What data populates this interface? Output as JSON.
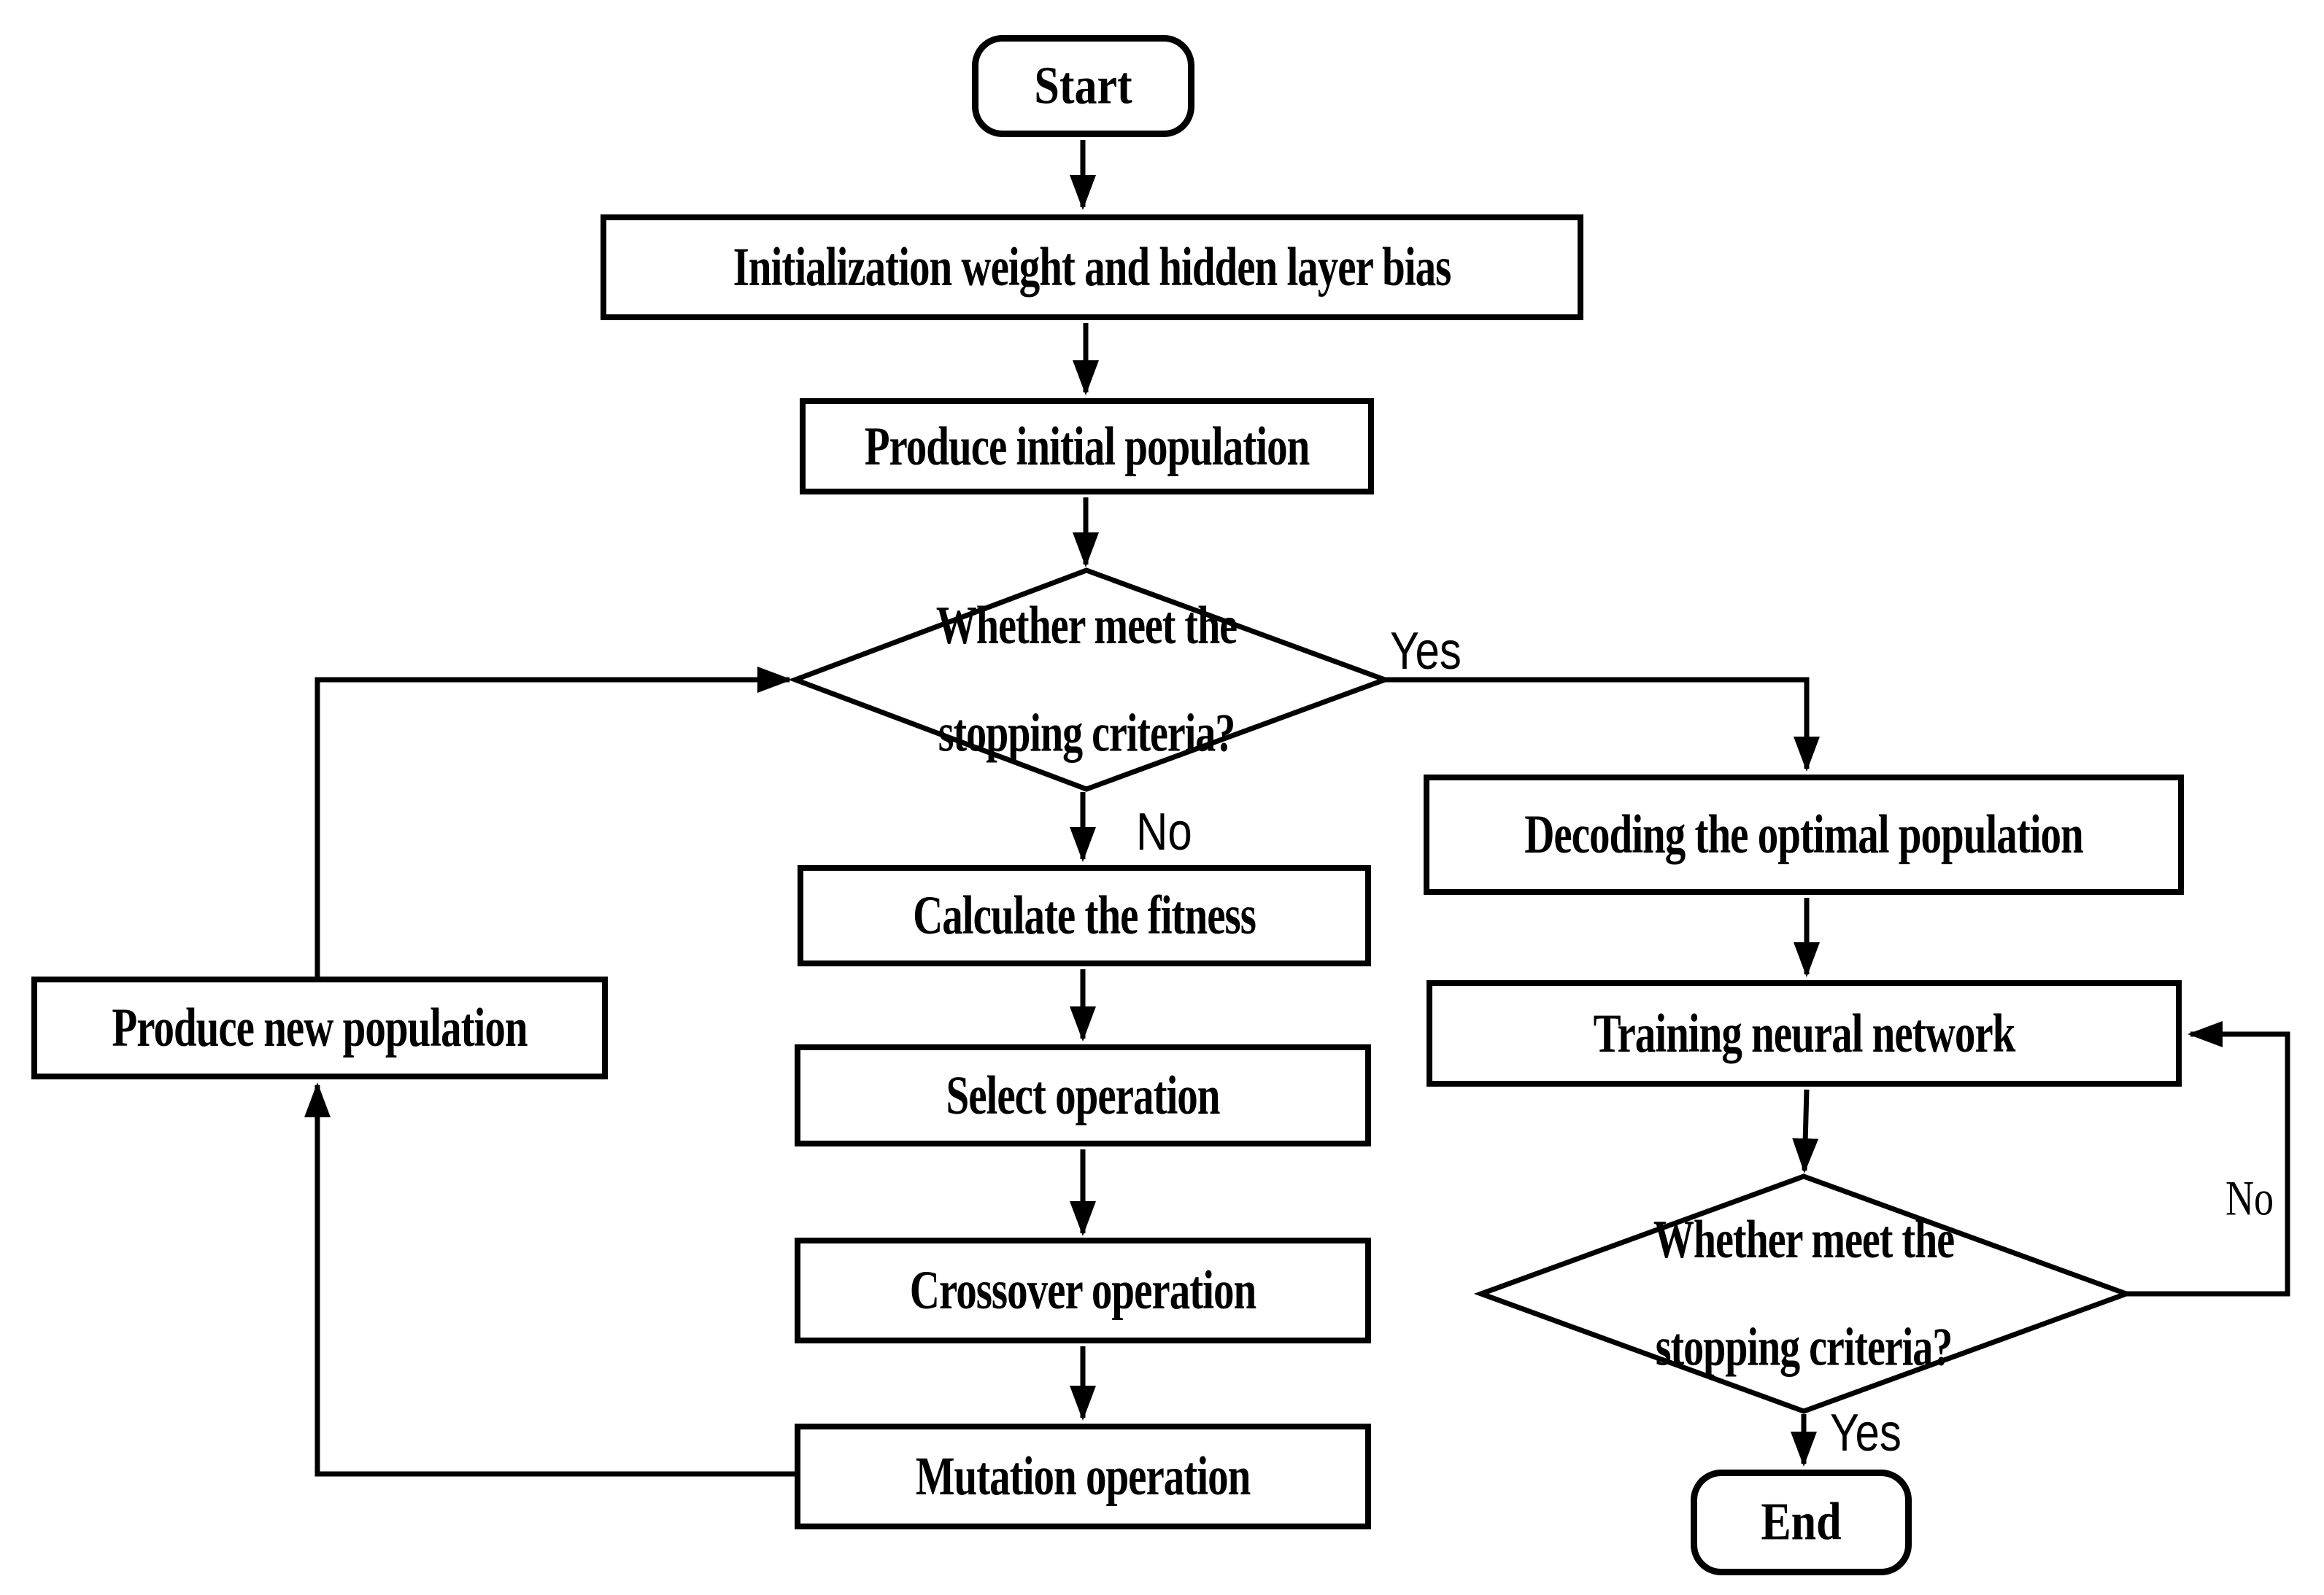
{
  "figure": {
    "background": "#ffffff",
    "line_color": "#000000",
    "text_color": "#000000"
  },
  "nodes": {
    "start": {
      "label": "Start",
      "type": "terminal"
    },
    "init_weights": {
      "label": "Initialization weight and hidden layer bias",
      "type": "process"
    },
    "produce_initial": {
      "label": "Produce initial population",
      "type": "process"
    },
    "stopping_criteria_1": {
      "label_line1": "Whether meet the",
      "label_line2": "stopping criteria?",
      "type": "decision"
    },
    "calculate_fitness": {
      "label": "Calculate the fitness",
      "type": "process"
    },
    "select_operation": {
      "label": "Select operation",
      "type": "process"
    },
    "crossover_operation": {
      "label": "Crossover operation",
      "type": "process"
    },
    "mutation_operation": {
      "label": "Mutation operation",
      "type": "process"
    },
    "produce_new": {
      "label": "Produce new population",
      "type": "process"
    },
    "decoding": {
      "label": "Decoding the optimal population",
      "type": "process"
    },
    "training": {
      "label": "Training neural network",
      "type": "process"
    },
    "stopping_criteria_2": {
      "label_line1": "Whether meet the",
      "label_line2": "stopping criteria?",
      "type": "decision"
    },
    "end": {
      "label": "End",
      "type": "terminal"
    }
  },
  "edge_labels": {
    "yes_1": "Yes",
    "no_1": "No",
    "no_2": "No",
    "yes_2": "Yes"
  }
}
